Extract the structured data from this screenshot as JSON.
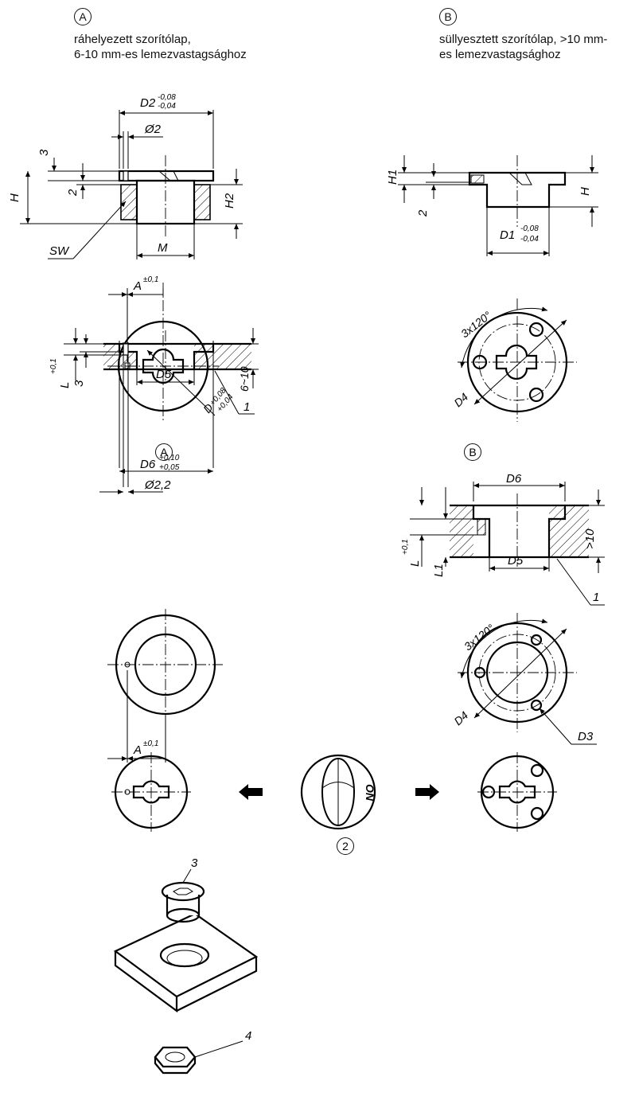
{
  "sections": {
    "a_top_badge": "A",
    "a_title_1": "ráhelyezett szorítólap,",
    "a_title_2": "6-10 mm-es lemezvastagsághoz",
    "b_top_badge": "B",
    "b_title_1": "süllyesztett szorítólap, >10 mm-",
    "b_title_2": "es lemezvastagsághoz",
    "a_mid_badge": "A",
    "b_mid_badge": "B",
    "center_badge": "2"
  },
  "dims": {
    "d2": "D2",
    "d2_tol_top": "-0,08",
    "d2_tol_bot": "-0,04",
    "phi2": "Ø2",
    "three": "3",
    "h": "H",
    "two": "2",
    "h2": "H2",
    "sw": "SW",
    "m": "M",
    "a": "A",
    "a_tol": "±0,1",
    "d": "D",
    "d_tol_top": "+0,08",
    "d_tol_bot": "+0,04",
    "h1": "H1",
    "b_two": "2",
    "b_h": "H",
    "d1": "D1",
    "d1_tol_top": "-0,08",
    "d1_tol_bot": "-0,04",
    "angle": "3x120°",
    "d4": "D4",
    "d6": "D6",
    "d6_tol_top": "+0,10",
    "d6_tol_bot": "+0,05",
    "phi22": "Ø2,2",
    "l": "L",
    "l_tol": "+0,1",
    "a3": "3",
    "six_ten": "6~10",
    "d5": "D5",
    "ref1": "1",
    "b_d6": "D6",
    "b_l": "L",
    "b_l_tol": "+0,1",
    "l1": "L1",
    "gt10": ">10",
    "b_d5": "D5",
    "b_ref1": "1",
    "angle2": "3x120°",
    "d4b": "D4",
    "d3": "D3",
    "a2": "A",
    "a2_tol": "±0,1",
    "knob_text": "ON",
    "ref3": "3",
    "ref4": "4"
  }
}
